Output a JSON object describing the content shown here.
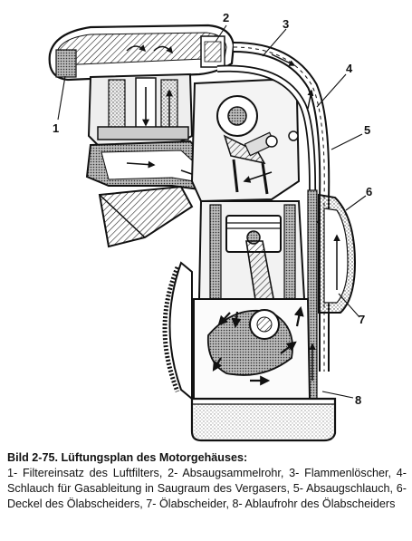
{
  "figure": {
    "callouts": [
      {
        "id": "1",
        "label": "1"
      },
      {
        "id": "2",
        "label": "2"
      },
      {
        "id": "3",
        "label": "3"
      },
      {
        "id": "4",
        "label": "4"
      },
      {
        "id": "5",
        "label": "5"
      },
      {
        "id": "6",
        "label": "6"
      },
      {
        "id": "7",
        "label": "7"
      },
      {
        "id": "8",
        "label": "8"
      }
    ]
  },
  "caption": {
    "title": "Bild 2-75. Lüftungsplan des Motorgehäuses:",
    "body": "1- Filtereinsatz des Luftfilters, 2- Absaugsammelrohr, 3- Flammenlöscher, 4- Schlauch für Gasableitung in Saugraum des Vergasers, 5- Absaugschlauch, 6- Deckel des Ölabscheiders, 7- Ölabscheider, 8- Ablaufrohr des Ölabscheiders"
  }
}
